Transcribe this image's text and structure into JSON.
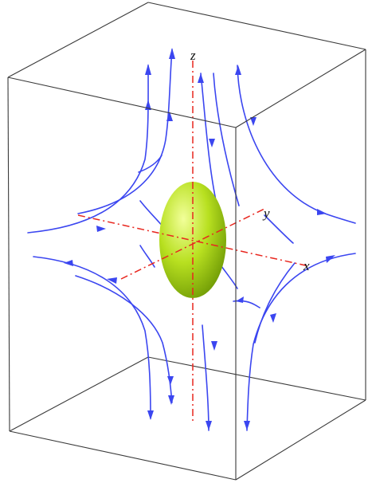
{
  "figure": {
    "axis_labels": {
      "x": "x",
      "y": "y",
      "z": "z"
    },
    "colors": {
      "box_edges": "#3a3a3a",
      "axes": "#e8271f",
      "streamlines": "#3b46f0",
      "ellipsoid_light": "#f2ff9a",
      "ellipsoid_base": "#b8e020",
      "ellipsoid_dark": "#6f9a05"
    }
  }
}
